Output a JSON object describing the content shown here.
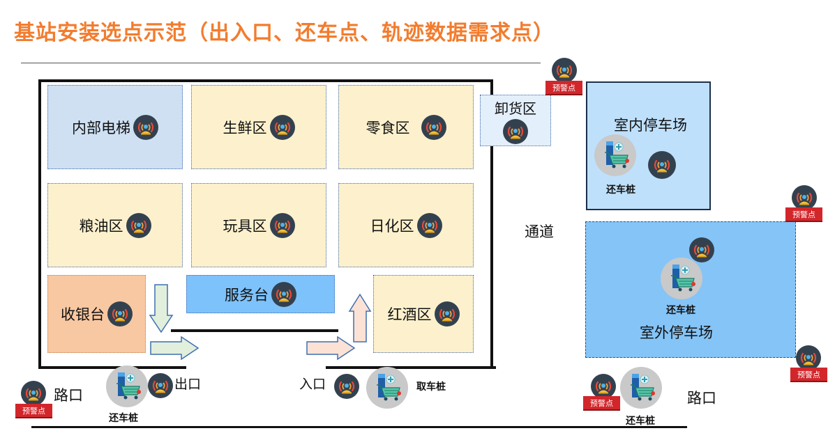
{
  "title": "基站安装选点示范（出入口、还车点、轨迹数据需求点）",
  "zones": {
    "elevator": "内部电梯",
    "fresh": "生鲜区",
    "snacks": "零食区",
    "unloading": "卸货区",
    "grain_oil": "粮油区",
    "toys": "玩具区",
    "daily": "日化区",
    "service": "服务台",
    "checkout": "收银台",
    "wine": "红酒区"
  },
  "parking": {
    "indoor": "室内停车场",
    "outdoor": "室外停车场"
  },
  "labels": {
    "aisle": "通道",
    "exit": "出口",
    "entrance": "入口",
    "road_left": "路口",
    "road_right": "路口",
    "return_pile": "还车桩",
    "pickup_pile": "取车桩",
    "warning_point": "预警点"
  },
  "colors": {
    "title": "#f27c2e",
    "zone_yellow": "#fdf1cd",
    "zone_blue": "#cfe0f3",
    "checkout": "#f8c8a2",
    "service": "#7ec2fb",
    "indoor_parking": "#bfe0fb",
    "outdoor_parking": "#85c4f7",
    "warning": "#d2262b",
    "sensor": "#33414f"
  },
  "icons": {
    "sensor": "base-station-sensor-icon",
    "pile": "cart-pile-icon"
  }
}
